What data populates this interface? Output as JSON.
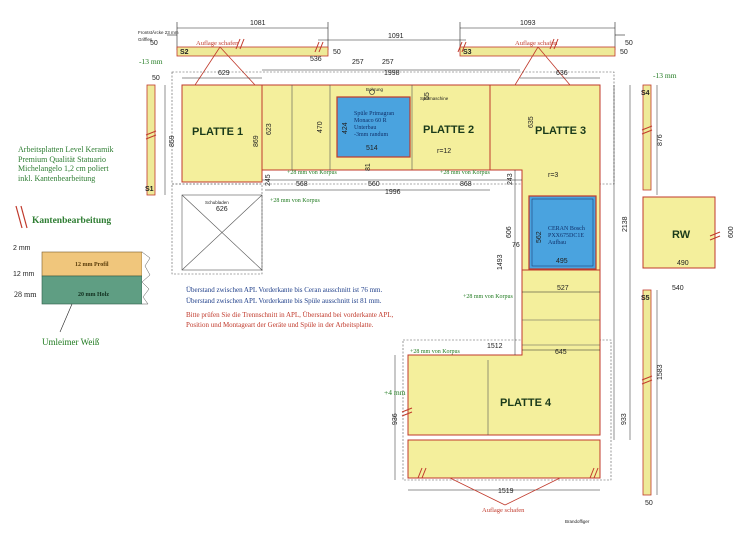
{
  "top_dims": {
    "left_width": "1081",
    "right_width": "1093",
    "middle_width": "1091",
    "left_offset": "50",
    "right_offset": "50"
  },
  "header_note": {
    "line1": "FrontstÄrcke 23 mm",
    "line2": "Griffles"
  },
  "strips": {
    "s1_label": "S1",
    "s2_label": "S2",
    "s3_label": "S3",
    "s4_label": "S4",
    "s5_label": "S5",
    "s2_callout": "Auflage schafen",
    "s3_callout": "Auflage schafen",
    "bottom_callout": "Auflage schafen",
    "offset_left": "-13 mm",
    "offset_right": "-13 mm",
    "s2_height": "50",
    "s3_height": "50"
  },
  "plates": {
    "p1": "PLATTE 1",
    "p2": "PLATTE 2",
    "p3": "PLATTE 3",
    "p4": "PLATTE 4",
    "rw": "RW"
  },
  "sink": {
    "title": "Spüle Primagran",
    "line2": "Monaco 60 R",
    "line3": "Unterbau",
    "line4": "-3mm randum",
    "width": "514",
    "height": "424",
    "tag": "Bohrung"
  },
  "ceran": {
    "line1": "CERAN Bosch",
    "line2": "PXX675DC1E",
    "line3": "Aufbau",
    "width": "495",
    "height": "562",
    "radius": "r=3"
  },
  "dims": {
    "d629": "629",
    "d536": "536",
    "d257a": "257",
    "d257b": "257",
    "d1998": "1998",
    "d636": "636",
    "d623": "623",
    "d869": "869",
    "d470": "470",
    "d635": "635",
    "d55": "55",
    "d81": "81",
    "d568": "568",
    "d560": "560",
    "d868": "868",
    "d1996": "1996",
    "d243": "243",
    "d245": "245",
    "d626": "626",
    "d859": "859",
    "d876": "876",
    "d606": "606",
    "d76": "76",
    "d1493": "1493",
    "d2138": "2138",
    "d527": "527",
    "d490": "490",
    "d540": "540",
    "d600": "600",
    "d1512": "1512",
    "d645": "645",
    "d936": "936",
    "d933": "933",
    "d1583": "1583",
    "d1519": "1519",
    "d50a": "50",
    "d50b": "50",
    "r12": "r=12",
    "plus4": "+4 mm"
  },
  "korpus": {
    "k1": "+28 mm von Korpus",
    "k2": "+28 mm von Korpus",
    "k3": "+28 mm von Korpus",
    "k4": "+28 mm von Korpus",
    "k5": "+28 mm von Korpus"
  },
  "small_labels": {
    "spuelmaschine": "Spülmaschine",
    "schubladen": "Schubladen",
    "footer": "Brandoffiger"
  },
  "material": {
    "line1": "Arbeitsplatten Level Keramik",
    "line2": "Premium Qualität Statuario",
    "line3": "Michelangelo 1,2 cm poliert",
    "line4": "inkl. Kantenbearbeitung"
  },
  "legend": {
    "title": "Kantenbearbeitung",
    "mm2": "2 mm",
    "mm12": "12 mm",
    "profil": "12 mm Profil",
    "mm28": "28 mm",
    "holz": "20 mm Holz",
    "umleimer": "Umleimer Weiß"
  },
  "notes": {
    "line1": "Überstand zwischen APL Vorderkante bis Ceran ausschnitt ist 76 mm.",
    "line2": "Überstand zwischen APL Vorderkante bis Spüle ausschnitt ist 81 mm.",
    "line3": "Bitte prüfen Sie die Trennschnitt in APL, Überstand bei vorderkante APL,",
    "line4": "Position und Montageart der Geräte und Spüle in der Arbeitsplatte."
  },
  "colors": {
    "plate_fill": "#f4ef9c",
    "plate_stroke": "#c0392b",
    "strip_fill": "#eeea98",
    "sink_fill": "#4aa3df",
    "profile_fill": "#f0c67c",
    "holz_fill": "#5f9e83",
    "text_green": "#1f7a1f"
  }
}
